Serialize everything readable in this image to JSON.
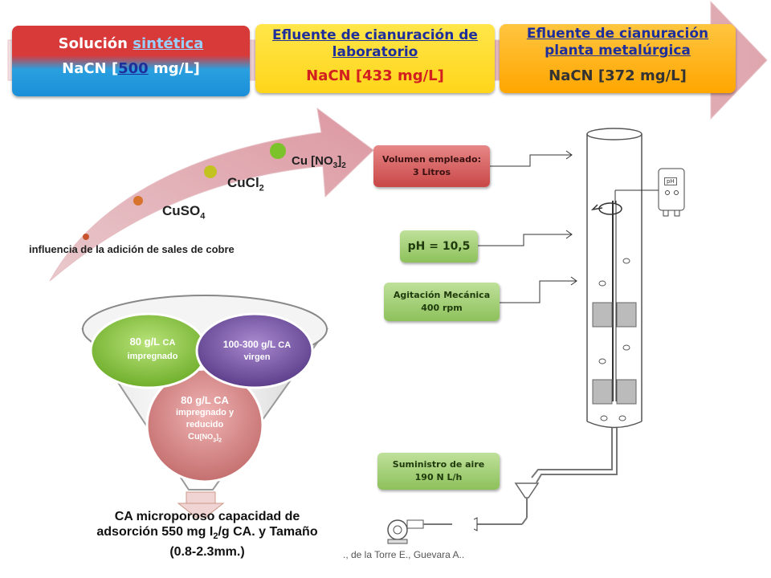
{
  "header": {
    "box1": {
      "line1_text": "Solución ",
      "line1_link": "sintética",
      "line2_pre": "NaCN [",
      "line2_link": "500",
      "line2_post": " mg/L]"
    },
    "box2": {
      "title": "Efluente de cianuración de laboratorio",
      "conc": "NaCN [433 mg/L]"
    },
    "box3": {
      "title": "Efluente de cianuración planta metalúrgica",
      "conc": "NaCN [372 mg/L]"
    }
  },
  "salts": {
    "caption": "influencia de la adición de sales de cobre",
    "items": [
      "CuSO",
      "CuCl",
      "Cu [NO",
      "]"
    ],
    "sub4": "4",
    "sub2": "2",
    "sub3": "3",
    "sub2b": "2"
  },
  "funnel": {
    "circle1_title": "80 g/L",
    "circle1_ca": "CA",
    "circle1_sub": "impregnado",
    "circle2_title": "100-300 g/L",
    "circle2_ca": "CA",
    "circle2_sub": "virgen",
    "circle3_title": "80 g/L CA",
    "circle3_sub1": "impregnado y",
    "circle3_sub2": "reducido",
    "circle3_cu": "Cu",
    "circle3_no": "[NO",
    "circle3_3": "3",
    "circle3_close": "]",
    "circle3_2": "2",
    "caption_line1": "CA microporoso capacidad de",
    "caption_line2a": "adsorción 550 mg I",
    "caption_line2_sub": "2",
    "caption_line2b": "/g CA. y Tamaño",
    "caption_line3": "(0.8-2.3mm.)"
  },
  "reactor": {
    "volume_label": "Volumen empleado:",
    "volume_value": "3 Litros",
    "ph_label": "pH = 10,5",
    "agitation_label": "Agitación Mecánica",
    "agitation_value": "400 rpm",
    "air_label": "Suministro de aire",
    "air_value": "190 N L/h",
    "ph_meter": "pH"
  },
  "footer": {
    "text": "., de la Torre E., Guevara A.."
  },
  "colors": {
    "red_box": "#c94747",
    "blue_box": "#1a8fd8",
    "yellow_box": "#ffd51a",
    "orange_box": "#ffa600",
    "green_circle": "#8cc63f",
    "purple_circle": "#7b5aa6",
    "pink_circle": "#d98c8c"
  }
}
